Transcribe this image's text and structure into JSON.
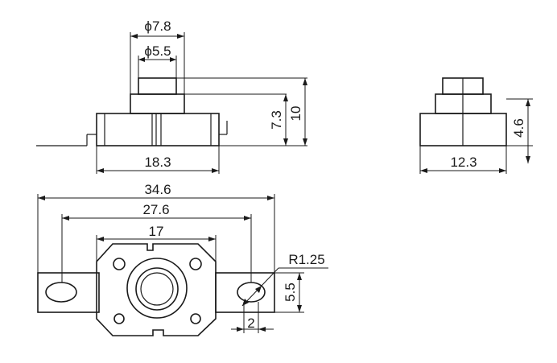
{
  "dimensions": {
    "top_view_outer_diameter": "ϕ7.8",
    "top_view_inner_diameter": "ϕ5.5",
    "top_view_height_inner": "7.3",
    "top_view_height_outer": "10",
    "top_view_width": "18.3",
    "side_view_height": "4.6",
    "side_view_width": "12.3",
    "bottom_view_overall_width": "34.6",
    "bottom_view_hole_spacing": "27.6",
    "bottom_view_body_width": "17",
    "bottom_view_radius": "R1.25",
    "bottom_view_slot_height": "5.5",
    "bottom_view_slot_width": "2"
  }
}
